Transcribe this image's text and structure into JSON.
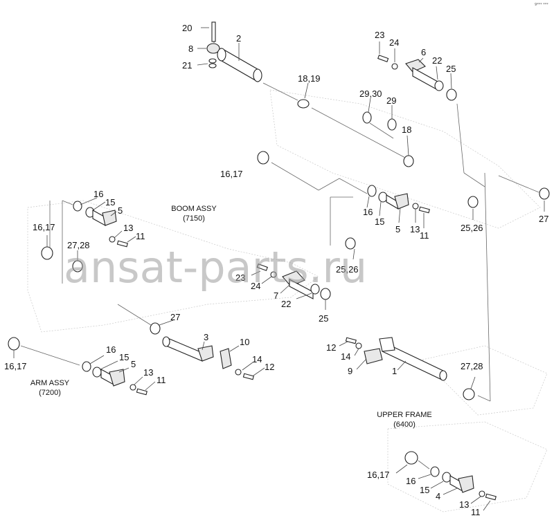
{
  "diagram": {
    "watermark": "ansat-parts.ru",
    "corner_code": "9*** ***",
    "assemblies": [
      {
        "id": "boom",
        "name": "BOOM ASSY",
        "code": "(7150)"
      },
      {
        "id": "arm",
        "name": "ARM ASSY",
        "code": "(7200)"
      },
      {
        "id": "upper",
        "name": "UPPER FRAME",
        "code": "(6400)"
      }
    ],
    "callouts": [
      {
        "id": "c20",
        "text": "20"
      },
      {
        "id": "c8",
        "text": "8"
      },
      {
        "id": "c21",
        "text": "21"
      },
      {
        "id": "c2",
        "text": "2"
      },
      {
        "id": "c23a",
        "text": "23"
      },
      {
        "id": "c24a",
        "text": "24"
      },
      {
        "id": "c6",
        "text": "6"
      },
      {
        "id": "c22a",
        "text": "22"
      },
      {
        "id": "c25a",
        "text": "25"
      },
      {
        "id": "c1819",
        "text": "18,19"
      },
      {
        "id": "c2930",
        "text": "29,30"
      },
      {
        "id": "c29",
        "text": "29"
      },
      {
        "id": "c18",
        "text": "18"
      },
      {
        "id": "c1617a",
        "text": "16,17"
      },
      {
        "id": "c16a",
        "text": "16"
      },
      {
        "id": "c15a",
        "text": "15"
      },
      {
        "id": "c5a",
        "text": "5"
      },
      {
        "id": "c13a",
        "text": "13"
      },
      {
        "id": "c11a",
        "text": "11"
      },
      {
        "id": "c2526a",
        "text": "25,26"
      },
      {
        "id": "c27a",
        "text": "27"
      },
      {
        "id": "c16b",
        "text": "16"
      },
      {
        "id": "c15b",
        "text": "15"
      },
      {
        "id": "c5b",
        "text": "5"
      },
      {
        "id": "c13b",
        "text": "13"
      },
      {
        "id": "c11b",
        "text": "11"
      },
      {
        "id": "c1617b",
        "text": "16,17"
      },
      {
        "id": "c2728a",
        "text": "27,28"
      },
      {
        "id": "c2526b",
        "text": "25,26"
      },
      {
        "id": "c23b",
        "text": "23"
      },
      {
        "id": "c24b",
        "text": "24"
      },
      {
        "id": "c7",
        "text": "7"
      },
      {
        "id": "c22b",
        "text": "22"
      },
      {
        "id": "c25b",
        "text": "25"
      },
      {
        "id": "c27b",
        "text": "27"
      },
      {
        "id": "c3",
        "text": "3"
      },
      {
        "id": "c10",
        "text": "10"
      },
      {
        "id": "c14a",
        "text": "14"
      },
      {
        "id": "c12a",
        "text": "12"
      },
      {
        "id": "c1617c",
        "text": "16,17"
      },
      {
        "id": "c16c",
        "text": "16"
      },
      {
        "id": "c15c",
        "text": "15"
      },
      {
        "id": "c5c",
        "text": "5"
      },
      {
        "id": "c13c",
        "text": "13"
      },
      {
        "id": "c11c",
        "text": "11"
      },
      {
        "id": "c12b",
        "text": "12"
      },
      {
        "id": "c14b",
        "text": "14"
      },
      {
        "id": "c9",
        "text": "9"
      },
      {
        "id": "c1",
        "text": "1"
      },
      {
        "id": "c2728b",
        "text": "27,28"
      },
      {
        "id": "c1617d",
        "text": "16,17"
      },
      {
        "id": "c16d",
        "text": "16"
      },
      {
        "id": "c15d",
        "text": "15"
      },
      {
        "id": "c4",
        "text": "4"
      },
      {
        "id": "c13d",
        "text": "13"
      },
      {
        "id": "c11d",
        "text": "11"
      }
    ]
  }
}
